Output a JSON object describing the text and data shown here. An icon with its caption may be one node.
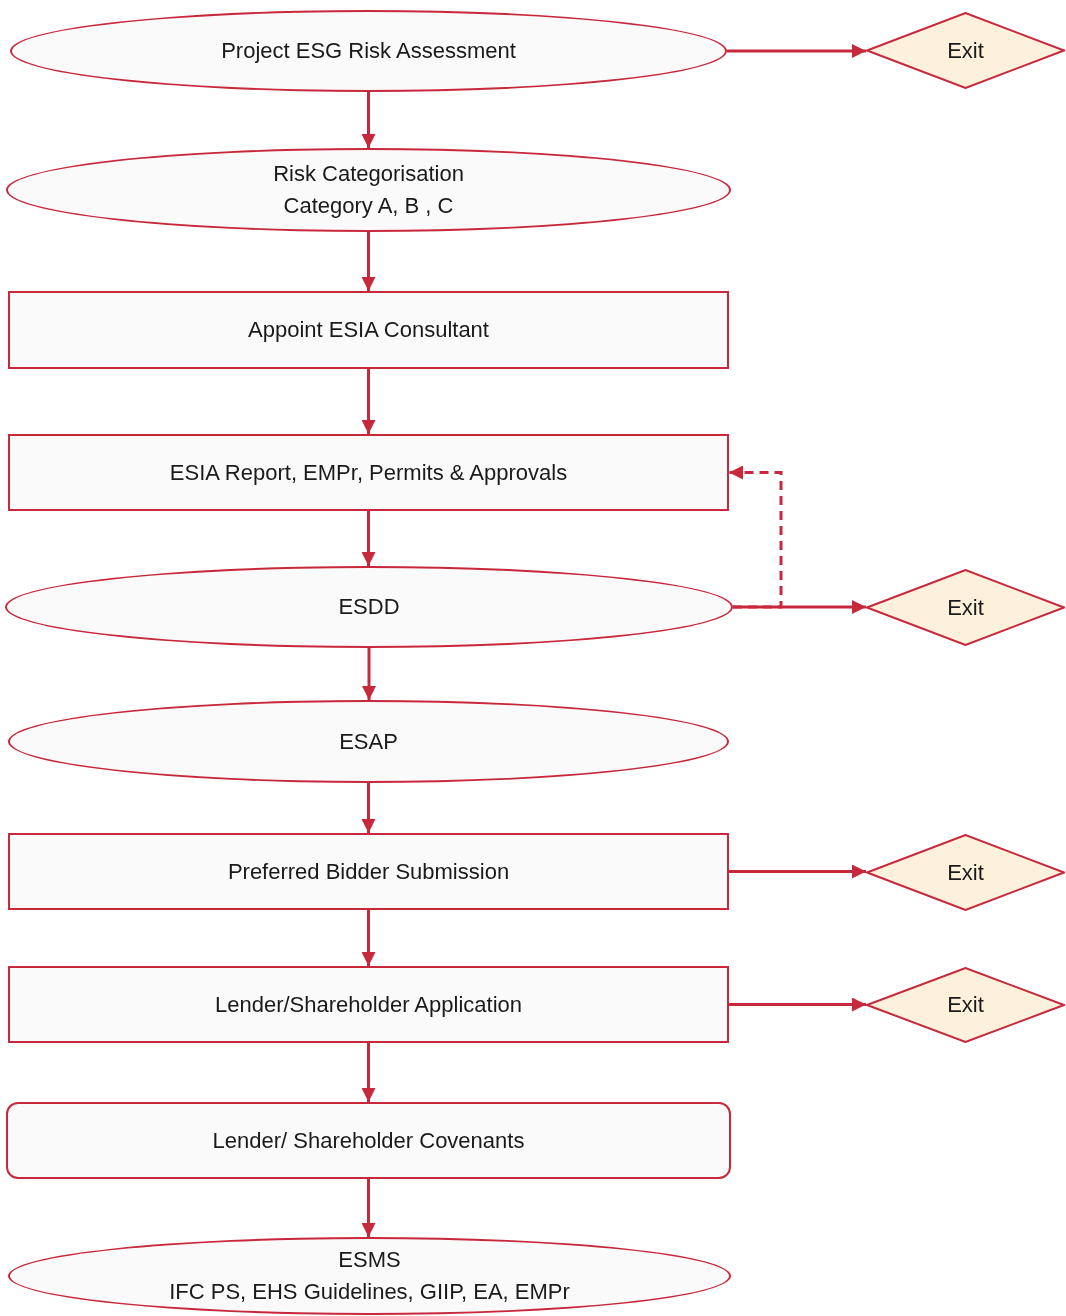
{
  "diagram": {
    "nodes": [
      {
        "text": [
          "Project ESG Risk Assessment"
        ]
      },
      {
        "text": [
          "Exit"
        ]
      },
      {
        "text": [
          "Risk Categorisation",
          "Category A, B , C"
        ]
      },
      {
        "text": [
          "Appoint ESIA Consultant"
        ]
      },
      {
        "text": [
          "ESIA Report, EMPr, Permits & Approvals"
        ]
      },
      {
        "text": [
          "ESDD"
        ]
      },
      {
        "text": [
          "Exit"
        ]
      },
      {
        "text": [
          "ESAP"
        ]
      },
      {
        "text": [
          "Preferred Bidder Submission"
        ]
      },
      {
        "text": [
          "Exit"
        ]
      },
      {
        "text": [
          "Lender/Shareholder Application"
        ]
      },
      {
        "text": [
          "Exit"
        ]
      },
      {
        "text": [
          "Lender/ Shareholder Covenants"
        ]
      },
      {
        "text": [
          "ESMS",
          "IFC PS, EHS Guidelines, GIIP, EA, EMPr"
        ]
      }
    ],
    "edges": [
      {
        "from": 0,
        "to": 1,
        "arrow": "to"
      },
      {
        "from": 0,
        "to": 2,
        "arrow": "to"
      },
      {
        "from": 2,
        "to": 3,
        "arrow": "to"
      },
      {
        "from": 3,
        "to": 4,
        "arrow": "to"
      },
      {
        "from": 4,
        "to": 5,
        "arrow": "to"
      },
      {
        "from": 5,
        "to": 6,
        "arrow": "to"
      },
      {
        "from": 5,
        "to": 4,
        "arrow": "to",
        "style": "dashed"
      },
      {
        "from": 5,
        "to": 7,
        "arrow": "to"
      },
      {
        "from": 7,
        "to": 8,
        "arrow": "to"
      },
      {
        "from": 8,
        "to": 9,
        "arrow": "to"
      },
      {
        "from": 8,
        "to": 10,
        "arrow": "to"
      },
      {
        "from": 10,
        "to": 11,
        "arrow": "to"
      },
      {
        "from": 10,
        "to": 12,
        "arrow": "to"
      },
      {
        "from": 12,
        "to": 13,
        "arrow": "to"
      }
    ]
  }
}
